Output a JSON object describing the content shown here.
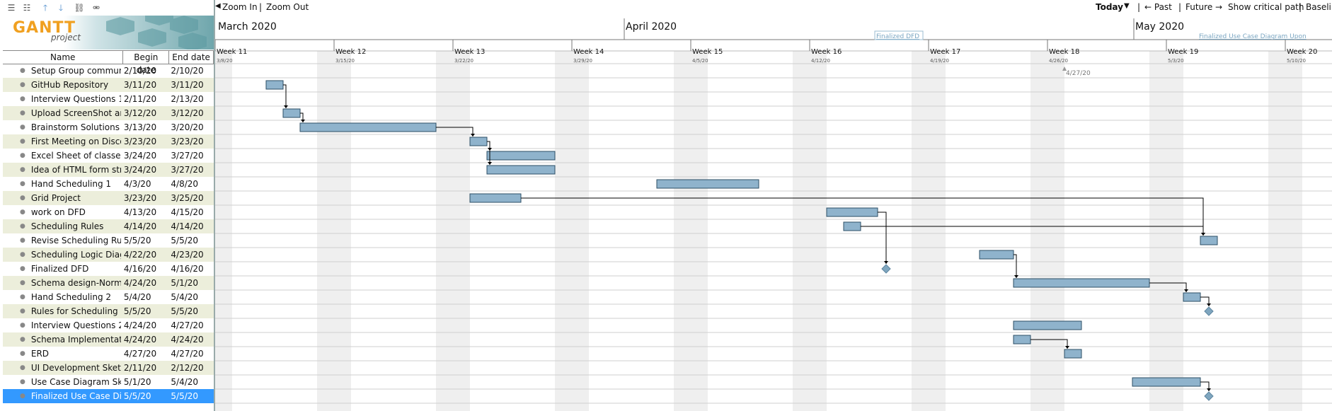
{
  "toolbar": {
    "icons": [
      "indent-list-icon",
      "outdent-list-icon",
      "move-up-icon",
      "move-down-icon",
      "link-icon",
      "unlink-icon"
    ]
  },
  "logo": {
    "title": "GANTT",
    "subtitle": "project"
  },
  "table": {
    "headers": {
      "name": "Name",
      "begin": "Begin date",
      "end": "End date"
    },
    "rows": [
      {
        "name": "Setup Group commun...",
        "begin": "2/10/20",
        "end": "2/10/20"
      },
      {
        "name": "GitHub Repository",
        "begin": "3/11/20",
        "end": "3/11/20"
      },
      {
        "name": "Interview Questions 1",
        "begin": "2/11/20",
        "end": "2/13/20"
      },
      {
        "name": "Upload ScreenShot an...",
        "begin": "3/12/20",
        "end": "3/12/20"
      },
      {
        "name": "Brainstorm Solutions",
        "begin": "3/13/20",
        "end": "3/20/20"
      },
      {
        "name": "First Meeting on Disco...",
        "begin": "3/23/20",
        "end": "3/23/20"
      },
      {
        "name": "Excel Sheet of classes ...",
        "begin": "3/24/20",
        "end": "3/27/20"
      },
      {
        "name": "Idea of HTML form str...",
        "begin": "3/24/20",
        "end": "3/27/20"
      },
      {
        "name": "Hand Scheduling 1",
        "begin": "4/3/20",
        "end": "4/8/20"
      },
      {
        "name": "Grid Project",
        "begin": "3/23/20",
        "end": "3/25/20"
      },
      {
        "name": "work on DFD",
        "begin": "4/13/20",
        "end": "4/15/20"
      },
      {
        "name": "Scheduling Rules",
        "begin": "4/14/20",
        "end": "4/14/20"
      },
      {
        "name": "Revise Scheduling Rules",
        "begin": "5/5/20",
        "end": "5/5/20"
      },
      {
        "name": "Scheduling Logic Diag...",
        "begin": "4/22/20",
        "end": "4/23/20"
      },
      {
        "name": "Finalized DFD",
        "begin": "4/16/20",
        "end": "4/16/20"
      },
      {
        "name": "Schema design-Norm...",
        "begin": "4/24/20",
        "end": "5/1/20"
      },
      {
        "name": "Hand Scheduling 2",
        "begin": "5/4/20",
        "end": "5/4/20"
      },
      {
        "name": "Rules for Scheduling ...",
        "begin": "5/5/20",
        "end": "5/5/20"
      },
      {
        "name": "Interview Questions 2",
        "begin": "4/24/20",
        "end": "4/27/20"
      },
      {
        "name": "Schema Implementati...",
        "begin": "4/24/20",
        "end": "4/24/20"
      },
      {
        "name": "ERD",
        "begin": "4/27/20",
        "end": "4/27/20"
      },
      {
        "name": "UI Development Sketc...",
        "begin": "2/11/20",
        "end": "2/12/20"
      },
      {
        "name": "Use Case Diagram Ske...",
        "begin": "5/1/20",
        "end": "5/4/20"
      },
      {
        "name": "Finalized Use Case Dia...",
        "begin": "5/5/20",
        "end": "5/5/20"
      }
    ],
    "selected_index": 23
  },
  "chart_toolbar": {
    "zoom_in": "Zoom In",
    "separator": "|",
    "zoom_out": "Zoom Out",
    "today": "Today",
    "past": "← Past",
    "future": "Future →",
    "critical_path": "Show critical path",
    "baseline": "Baselin"
  },
  "timeline": {
    "months": [
      "March 2020",
      "April 2020",
      "May 2020"
    ],
    "weeks": [
      {
        "label": "Week 11",
        "date": "3/8/20"
      },
      {
        "label": "Week 12",
        "date": "3/15/20"
      },
      {
        "label": "Week 13",
        "date": "3/22/20"
      },
      {
        "label": "Week 14",
        "date": "3/29/20"
      },
      {
        "label": "Week 15",
        "date": "4/5/20"
      },
      {
        "label": "Week 16",
        "date": "4/12/20"
      },
      {
        "label": "Week 17",
        "date": "4/19/20"
      },
      {
        "label": "Week 18",
        "date": "4/26/20"
      },
      {
        "label": "Week 19",
        "date": "5/3/20"
      },
      {
        "label": "Week 20",
        "date": "5/10/20"
      }
    ],
    "today_marker": "4/27/20",
    "milestone_labels": [
      "Finalized DFD",
      "Finalized Use Case Diagram Upon"
    ]
  },
  "colors": {
    "bar_fill": "#8fb3cc",
    "bar_stroke": "#2d4f66",
    "weekend": "#efefef",
    "selected_row": "#3399ff",
    "alt_row": "#eceedb",
    "milestone": "#7fa6bf"
  }
}
